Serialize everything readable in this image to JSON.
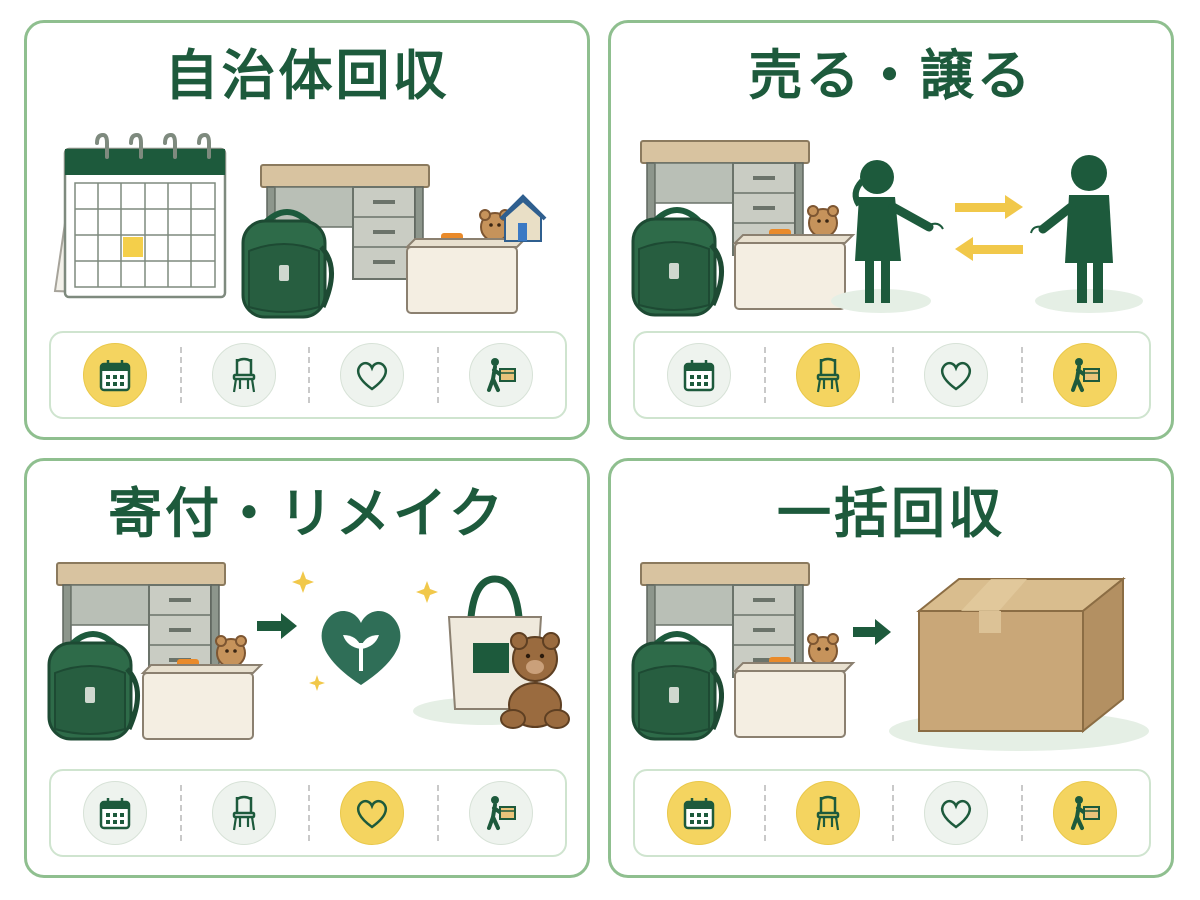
{
  "colors": {
    "brand_green": "#1d5a3c",
    "border_green": "#8fbf8f",
    "highlight_yellow": "#f4d460",
    "inactive_gray": "#eef3ee"
  },
  "icon_legend": [
    "calendar-icon",
    "chair-icon",
    "heart-icon",
    "carry-box-icon"
  ],
  "panels": [
    {
      "title": "自治体回収",
      "icons": [
        {
          "name": "calendar-icon",
          "active": true
        },
        {
          "name": "chair-icon",
          "active": false
        },
        {
          "name": "heart-icon",
          "active": false
        },
        {
          "name": "carry-box-icon",
          "active": false
        }
      ]
    },
    {
      "title": "売る・譲る",
      "icons": [
        {
          "name": "calendar-icon",
          "active": false
        },
        {
          "name": "chair-icon",
          "active": true
        },
        {
          "name": "heart-icon",
          "active": false
        },
        {
          "name": "carry-box-icon",
          "active": true
        }
      ]
    },
    {
      "title": "寄付・リメイク",
      "icons": [
        {
          "name": "calendar-icon",
          "active": false
        },
        {
          "name": "chair-icon",
          "active": false
        },
        {
          "name": "heart-icon",
          "active": true
        },
        {
          "name": "carry-box-icon",
          "active": false
        }
      ]
    },
    {
      "title": "一括回収",
      "icons": [
        {
          "name": "calendar-icon",
          "active": true
        },
        {
          "name": "chair-icon",
          "active": true
        },
        {
          "name": "heart-icon",
          "active": false
        },
        {
          "name": "carry-box-icon",
          "active": true
        }
      ]
    }
  ]
}
